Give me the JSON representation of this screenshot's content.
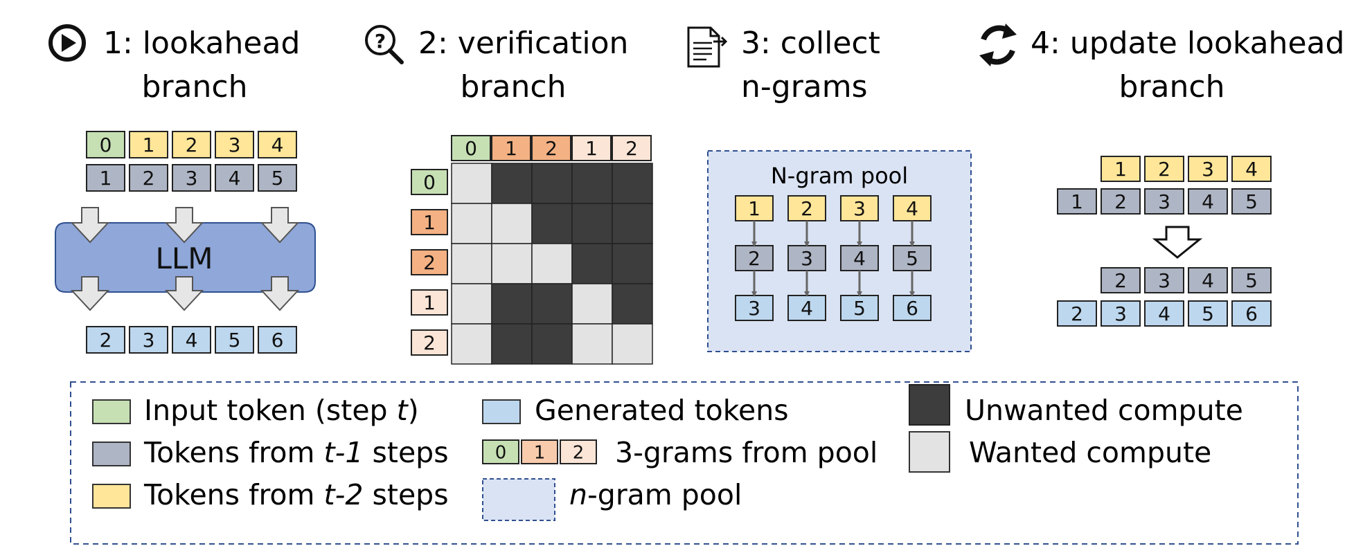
{
  "colors": {
    "input": "#c6e0b4",
    "t1": "#aeb5c4",
    "t2": "#ffe699",
    "generated": "#bdd7ee",
    "pool_bg": "#dae3f3",
    "llm": "#8fa7d9",
    "unwanted": "#3d3d3d",
    "wanted": "#e3e3e3",
    "orange_dark": "#f4b183",
    "orange_mid": "#f8cbad",
    "orange_light": "#fbe5d6"
  },
  "steps": [
    {
      "icon": "play-icon",
      "line1": "1: lookahead",
      "line2": "branch"
    },
    {
      "icon": "magnify-question-icon",
      "line1": "2: verification",
      "line2": "branch"
    },
    {
      "icon": "document-transfer-icon",
      "line1": "3: collect",
      "line2": "n-grams"
    },
    {
      "icon": "refresh-icon",
      "line1": "4: update lookahead",
      "line2": "branch"
    }
  ],
  "lookahead": {
    "row_t2": [
      "0",
      "1",
      "2",
      "3",
      "4"
    ],
    "row_t1": [
      "1",
      "2",
      "3",
      "4",
      "5"
    ],
    "llm_label": "LLM",
    "output": [
      "2",
      "3",
      "4",
      "5",
      "6"
    ]
  },
  "verification": {
    "top": [
      "0",
      "1",
      "2",
      "1",
      "2"
    ],
    "left": [
      "0",
      "1",
      "2",
      "1",
      "2"
    ],
    "matrix": [
      [
        0,
        1,
        1,
        1,
        1
      ],
      [
        0,
        0,
        1,
        1,
        1
      ],
      [
        0,
        0,
        0,
        1,
        1
      ],
      [
        0,
        1,
        1,
        0,
        1
      ],
      [
        0,
        1,
        1,
        0,
        0
      ]
    ]
  },
  "pool": {
    "title": "N-gram pool",
    "columns": [
      [
        "1",
        "2",
        "3"
      ],
      [
        "2",
        "3",
        "4"
      ],
      [
        "3",
        "4",
        "5"
      ],
      [
        "4",
        "5",
        "6"
      ]
    ]
  },
  "update": {
    "before_t2": [
      "1",
      "2",
      "3",
      "4"
    ],
    "before_t1": [
      "1",
      "2",
      "3",
      "4",
      "5"
    ],
    "after_t1": [
      "2",
      "3",
      "4",
      "5"
    ],
    "after_gen": [
      "2",
      "3",
      "4",
      "5",
      "6"
    ]
  },
  "legend": {
    "input": "Input token (step ",
    "input_var": "t",
    "input_close": ")",
    "t1_prefix": "Tokens from ",
    "t1_var": "t-1",
    "t1_suffix": " steps",
    "t2_prefix": "Tokens from ",
    "t2_var": "t-2",
    "t2_suffix": " steps",
    "generated": "Generated tokens",
    "ngram_tokens": [
      "0",
      "1",
      "2"
    ],
    "ngram": "3-grams from pool",
    "pool_var": "n",
    "pool_rest": "-gram pool",
    "unwanted": "Unwanted compute",
    "wanted": "Wanted compute"
  }
}
